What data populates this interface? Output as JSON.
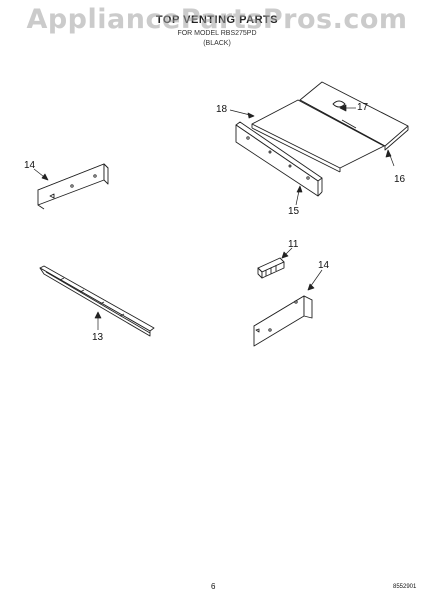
{
  "watermark": "AppliancePartsPros.com",
  "header": {
    "title": "TOP VENTING PARTS",
    "subtitle": "FOR MODEL RBS275PD",
    "subtitle2": "(BLACK)"
  },
  "callouts": {
    "c18": "18",
    "c17": "17",
    "c16": "16",
    "c15": "15",
    "c14a": "14",
    "c14b": "14",
    "c11": "11",
    "c13": "13"
  },
  "footer": {
    "page_number": "6",
    "document_code": "8552901"
  }
}
